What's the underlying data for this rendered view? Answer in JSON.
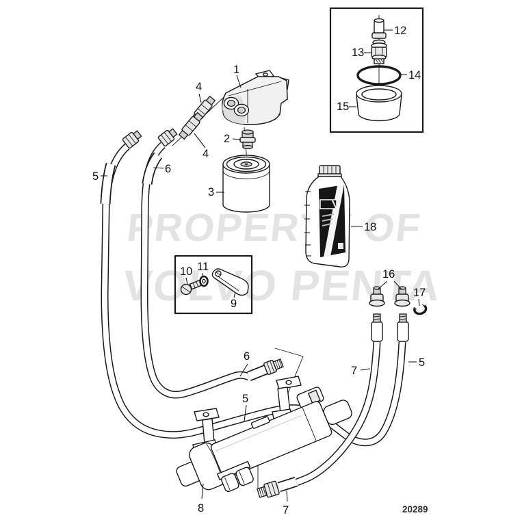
{
  "watermark": {
    "line1": "PROPERTY OF",
    "line2": "VOLVO PENTA"
  },
  "footer": {
    "drawing_number": "20289"
  },
  "callouts": {
    "c1": "1",
    "c2": "2",
    "c3": "3",
    "c4": "4",
    "c5": "5",
    "c6": "6",
    "c7": "7",
    "c8": "8",
    "c9": "9",
    "c10": "10",
    "c11": "11",
    "c12": "12",
    "c13": "13",
    "c14": "14",
    "c15": "15",
    "c16": "16",
    "c17": "17",
    "c18": "18"
  }
}
